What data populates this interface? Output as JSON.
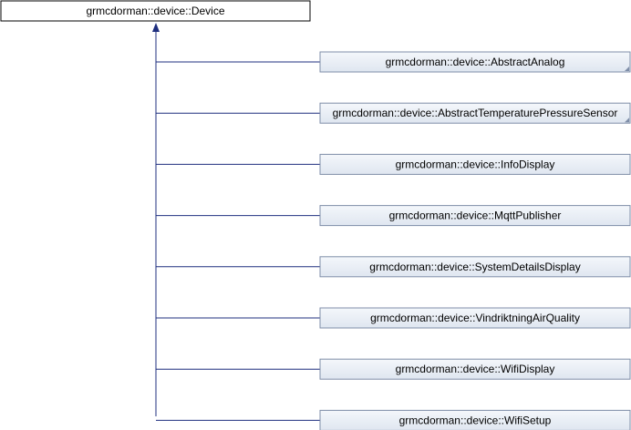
{
  "diagram": {
    "base_class": {
      "label": "grmcdorman::device::Device"
    },
    "derived_classes": [
      {
        "label": "grmcdorman::device::AbstractAnalog",
        "has_more": true
      },
      {
        "label": "grmcdorman::device::AbstractTemperaturePressureSensor",
        "has_more": true
      },
      {
        "label": "grmcdorman::device::InfoDisplay",
        "has_more": false
      },
      {
        "label": "grmcdorman::device::MqttPublisher",
        "has_more": false
      },
      {
        "label": "grmcdorman::device::SystemDetailsDisplay",
        "has_more": false
      },
      {
        "label": "grmcdorman::device::VindriktningAirQuality",
        "has_more": false
      },
      {
        "label": "grmcdorman::device::WifiDisplay",
        "has_more": false
      },
      {
        "label": "grmcdorman::device::WifiSetup",
        "has_more": false
      }
    ],
    "colors": {
      "edge": "#1f2f7f",
      "base_fill": "#ffffff",
      "base_stroke": "#000000",
      "derived_fill_top": "#f4f7fb",
      "derived_fill_bottom": "#dfe6f0",
      "derived_stroke": "#7f8ea8",
      "more_marker": "#7f8ea8"
    }
  }
}
